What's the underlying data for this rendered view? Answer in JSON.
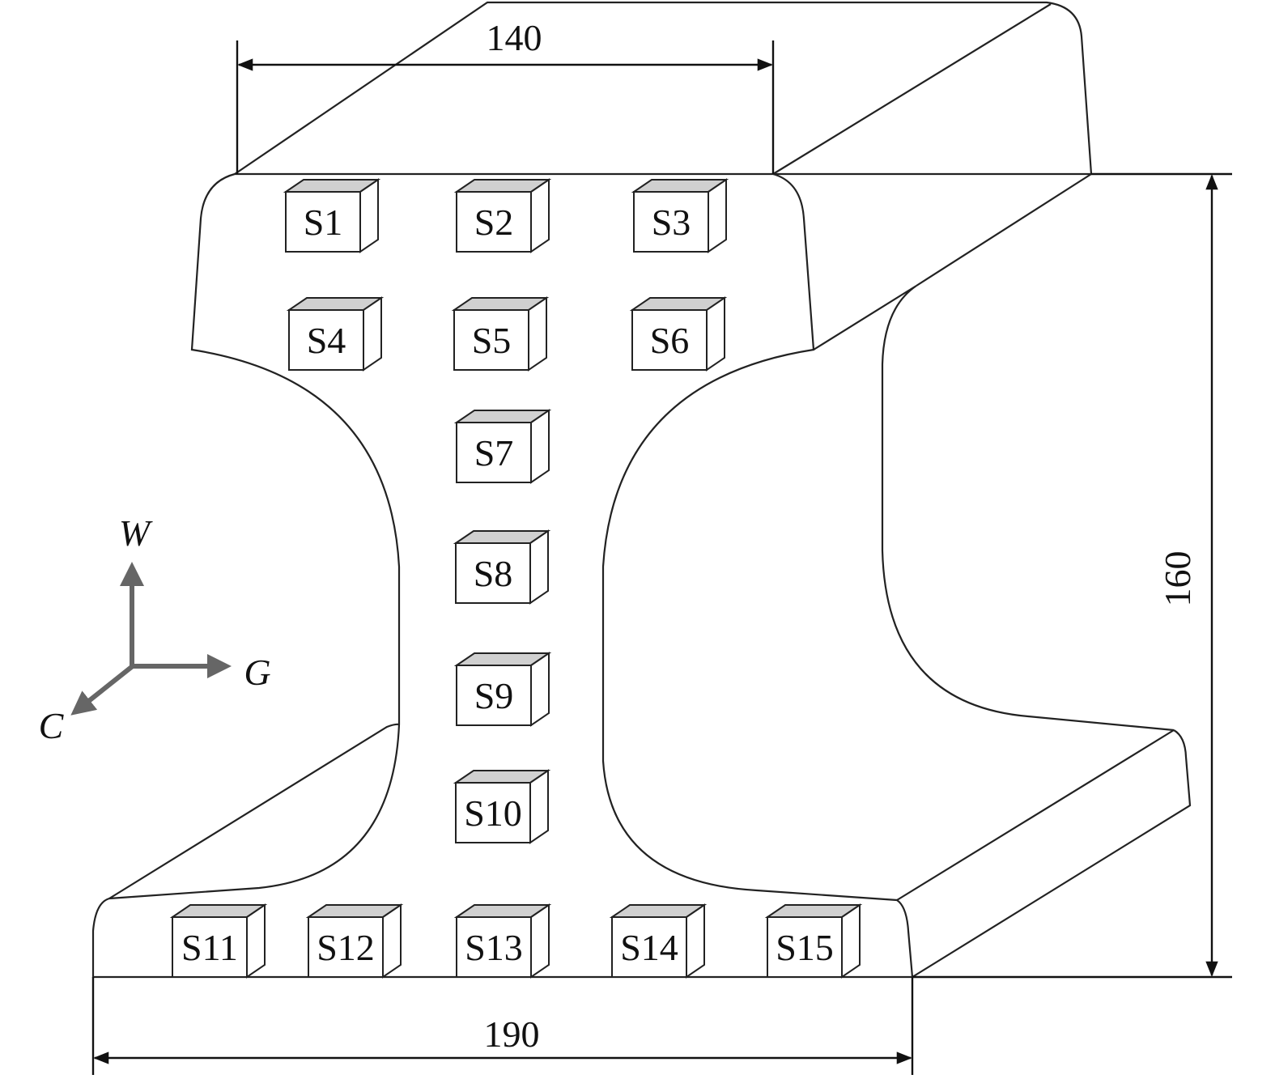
{
  "dimensions": {
    "head_width": "140",
    "height": "160",
    "foot_width": "190"
  },
  "axes": {
    "w": "W",
    "g": "G",
    "c": "C",
    "color": "#666666"
  },
  "sensors": [
    "S1",
    "S2",
    "S3",
    "S4",
    "S5",
    "S6",
    "S7",
    "S8",
    "S9",
    "S10",
    "S11",
    "S12",
    "S13",
    "S14",
    "S15"
  ],
  "colors": {
    "sensor_top": "#d0d0d0",
    "outline": "#222222"
  }
}
